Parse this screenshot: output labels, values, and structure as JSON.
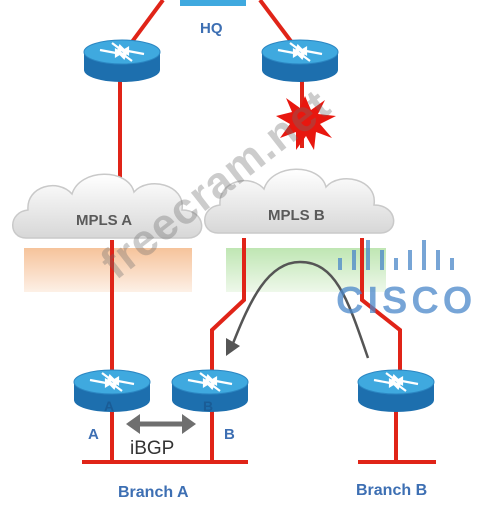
{
  "labels": {
    "hq": "HQ",
    "mpls_a": "MPLS A",
    "mpls_b": "MPLS B",
    "router_a_tag": "A",
    "router_b_tag": "B",
    "router_a_side": "A",
    "router_b_side": "B",
    "ibgp": "iBGP",
    "branch_a": "Branch A",
    "branch_b": "Branch B"
  },
  "watermark": {
    "site": "freecram.net",
    "brand": "CISCO"
  },
  "colors": {
    "link": "#e02418",
    "router_top": "#3fa9df",
    "router_side": "#1d6fae",
    "label_blue": "#3d6fb3",
    "failure": "#e8170f",
    "ibgp_arrow": "#6f6f6f"
  },
  "icons": {
    "router": "router-icon",
    "failure": "explosion-icon",
    "cisco_logo": "cisco-bars-icon"
  }
}
